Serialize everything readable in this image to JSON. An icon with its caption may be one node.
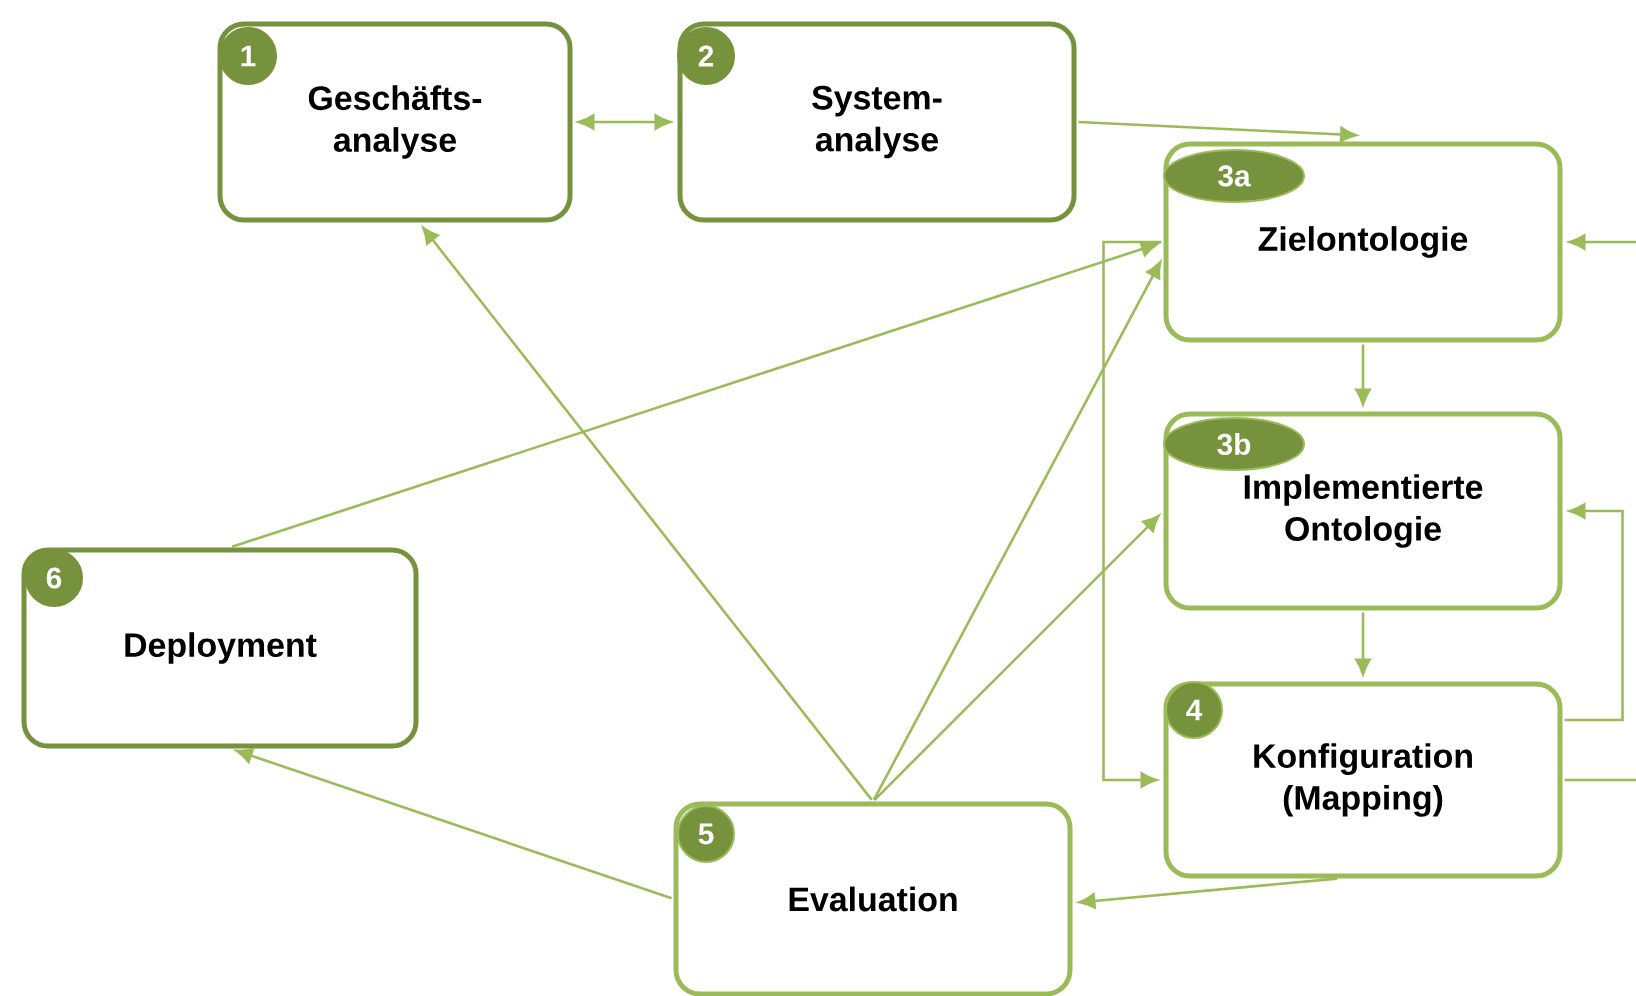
{
  "diagram": {
    "nodes": [
      {
        "text": [
          "1",
          "Geschäfts- analyse"
        ]
      },
      {
        "text": [
          "2",
          "System- analyse"
        ]
      },
      {
        "text": [
          "3a",
          "Zielontologie"
        ]
      },
      {
        "text": [
          "3b",
          "Implementierte Ontologie"
        ]
      },
      {
        "text": [
          "4",
          "Konfiguration (Mapping)"
        ]
      },
      {
        "text": [
          "5",
          "Evaluation"
        ]
      },
      {
        "text": [
          "6",
          "Deployment"
        ]
      }
    ],
    "edges": [
      {
        "from": 0,
        "to": 1,
        "arrow": "both"
      },
      {
        "from": 1,
        "to": 2,
        "arrow": "to"
      },
      {
        "from": 2,
        "to": 3,
        "arrow": "to"
      },
      {
        "from": 3,
        "to": 4,
        "arrow": "to"
      },
      {
        "from": 4,
        "to": 3,
        "arrow": "to"
      },
      {
        "from": 4,
        "to": null,
        "arrow": "none"
      },
      {
        "from": null,
        "to": 2,
        "arrow": "to"
      },
      {
        "from": 4,
        "to": 5,
        "arrow": "to"
      },
      {
        "from": 5,
        "to": 6,
        "arrow": "to"
      },
      {
        "from": 5,
        "to": 0,
        "arrow": "to"
      },
      {
        "from": 5,
        "to": 2,
        "arrow": "to"
      },
      {
        "from": 5,
        "to": 3,
        "arrow": "to"
      },
      {
        "from": 6,
        "to": 2,
        "arrow": "to"
      },
      {
        "from": 2,
        "to": 4,
        "arrow": "to"
      }
    ]
  }
}
